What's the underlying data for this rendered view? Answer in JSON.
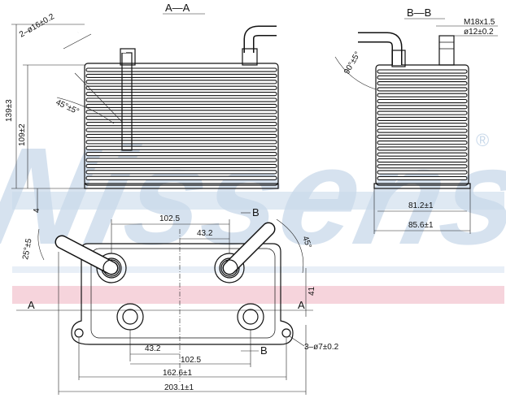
{
  "brand": {
    "watermark": "Nissens",
    "registered_mark": "®",
    "watermark_color": "#c9d9ea",
    "stripe_blue": "#dfe9f3",
    "stripe_red": "#f6d4dc"
  },
  "views": {
    "section_aa": "A—A",
    "section_bb": "B—B",
    "cut_b_top": "B",
    "cut_b_bottom": "B",
    "cut_a_left": "A",
    "cut_a_right": "A"
  },
  "dimensions": {
    "pipe_dia": "2–ø16±0.2",
    "pipe_angle_45": "45°±5°",
    "height_total": "139±3",
    "height_core": "109±2",
    "base_offset": "4",
    "thread": "M18x1.5",
    "bore_dia": "ø12±0.2",
    "angle_90": "90°±5°",
    "width_812": "81.2±1",
    "width_856": "85.6±1",
    "top_1025": "102.5",
    "top_432": "43.2",
    "angle_25": "25°±5",
    "angle_45_plan": "45°",
    "height_41": "41",
    "bottom_432": "43.2",
    "bottom_1025": "102.5",
    "bottom_1626": "162.6±1",
    "bottom_2031": "203.1±1",
    "holes": "3–ø7±0.2"
  }
}
